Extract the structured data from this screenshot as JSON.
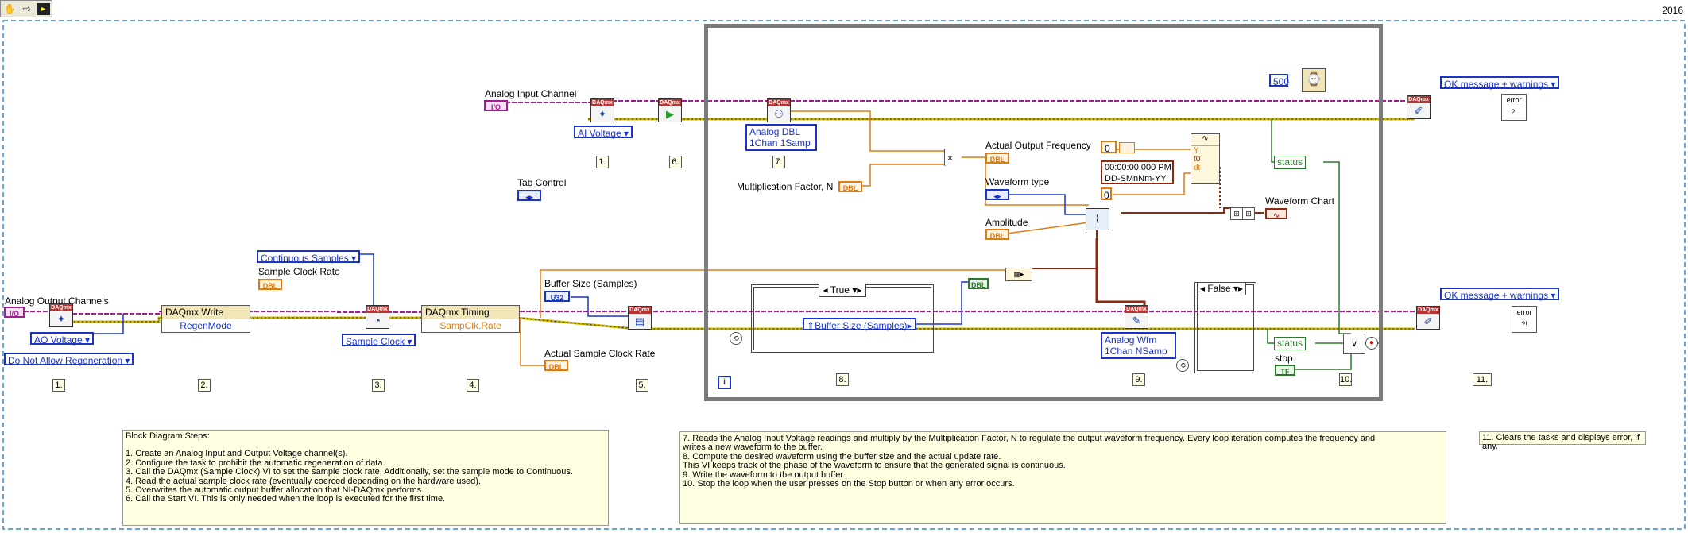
{
  "version": "2016",
  "toolbar": {
    "icons": [
      "hand-icon",
      "arrow-right-icon",
      "vi-run-icon"
    ]
  },
  "labels": {
    "analog_output_channels": "Analog Output Channels",
    "analog_input_channel": "Analog Input Channel",
    "sample_clock_rate": "Sample Clock Rate",
    "tab_control": "Tab Control",
    "buffer_size_samples": "Buffer Size (Samples)",
    "actual_sample_clock_rate": "Actual Sample Clock Rate",
    "multiplication_factor": "Multiplication Factor, N",
    "actual_output_frequency": "Actual Output Frequency",
    "waveform_type": "Waveform type",
    "amplitude": "Amplitude",
    "waveform_chart": "Waveform Chart",
    "stop": "stop",
    "status": "status",
    "status2": "status"
  },
  "constants": {
    "ao_voltage": "AO Voltage",
    "do_not_allow_regen": "Do Not Allow Regeneration",
    "continuous_samples": "Continuous Samples",
    "sample_clock": "Sample Clock",
    "ai_voltage": "AI Voltage",
    "analog_dbl": "Analog DBL",
    "one_chan_one_samp": "1Chan 1Samp",
    "analog_wfm": "Analog Wfm",
    "one_chan_nsamp": "1Chan NSamp",
    "ok_msg_1": "OK message + warnings",
    "ok_msg_2": "OK message + warnings",
    "wait_ms": "500",
    "true_case": "True",
    "false_case": "False",
    "buffer_size_case": "Buffer Size (Samples)",
    "timestamp_line1": "00:00:00.000 PM",
    "timestamp_line2": "DD-SMnNm-YY",
    "zero_a": "0",
    "zero_b": "0",
    "zero_c": "0"
  },
  "indicators": {
    "dbl": "DBL",
    "u32": "U32",
    "i_o": "I/O",
    "tf": "TF"
  },
  "nodes": {
    "daqmx_write": "DAQmx Write",
    "regen_mode": "RegenMode",
    "daqmx_timing": "DAQmx Timing",
    "samp_clk_rate": "SampClk.Rate",
    "error_text": "error"
  },
  "steps": [
    "1.",
    "2.",
    "3.",
    "4.",
    "5.",
    "1.",
    "6.",
    "7.",
    "8.",
    "9.",
    "10.",
    "11."
  ],
  "notes": {
    "left": [
      "Block Diagram Steps:",
      "",
      "1. Create an Analog Input and Output Voltage channel(s).",
      "2. Configure the task to prohibit the automatic regeneration of data.",
      "3. Call the DAQmx (Sample Clock) VI to set the sample clock rate. Additionally, set the sample mode to Continuous.",
      "4. Read the actual sample clock rate (eventually coerced depending on the hardware used).",
      "5. Overwrites the automatic output buffer allocation that NI-DAQmx performs.",
      "6. Call the Start VI. This is only needed when the loop is executed for the first time."
    ],
    "middle": [
      "7. Reads the Analog Input Voltage readings and multiply by the Multiplication Factor, N to regulate the output waveform frequency. Every loop iteration computes the frequency and",
      "writes a new waveform to the buffer.",
      "8. Compute the desired waveform using the buffer size and the actual update rate.",
      "This VI keeps track of  the phase of the  waveform to ensure that the generated signal is continuous.",
      "9. Write the waveform to the output buffer.",
      "10. Stop the loop when the user presses on the Stop button or when any error occurs."
    ],
    "right": [
      "11. Clears the tasks and displays error, if any."
    ]
  },
  "colors": {
    "daqmx_task_wire": "#a02090",
    "error_wire": "#c8b400",
    "numeric_wire": "#e07a10",
    "enum_wire": "#1a34c8",
    "bool_wire": "#2a7a2a",
    "waveform_wire": "#8b2a10",
    "loop_border": "#7a7a7a"
  }
}
